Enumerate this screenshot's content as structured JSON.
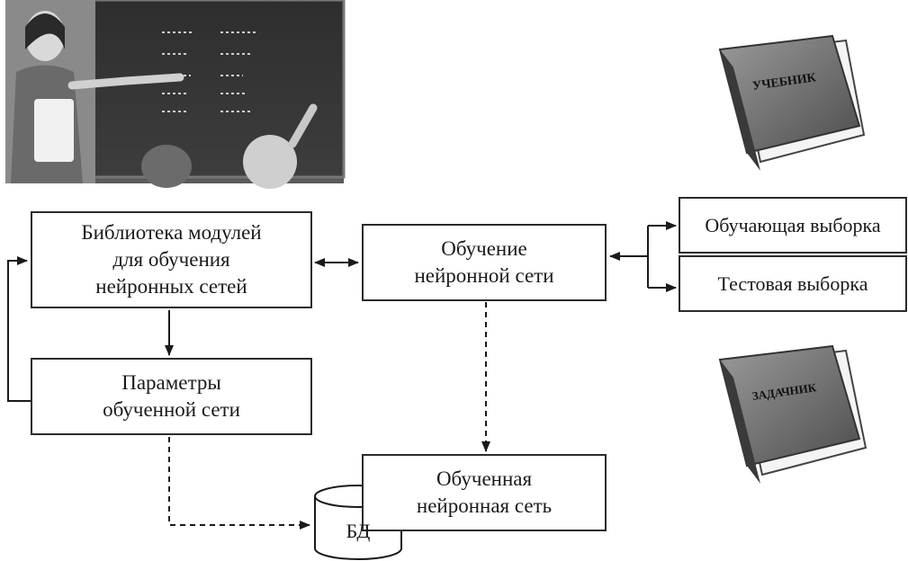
{
  "diagram": {
    "library_box": "Библиотека модулей\nдля обучения\nнейронных сетей",
    "params_box": "Параметры\nобученной сети",
    "training_box": "Обучение\nнейронной сети",
    "trained_net_box": "Обученная\nнейронная сеть",
    "training_set_box": "Обучающая выборка",
    "test_set_box": "Тестовая выборка",
    "database_label": "БД"
  },
  "illustrations": {
    "textbook_label": "УЧЕБНИК",
    "problem_book_label": "ЗАДАЧНИК"
  }
}
